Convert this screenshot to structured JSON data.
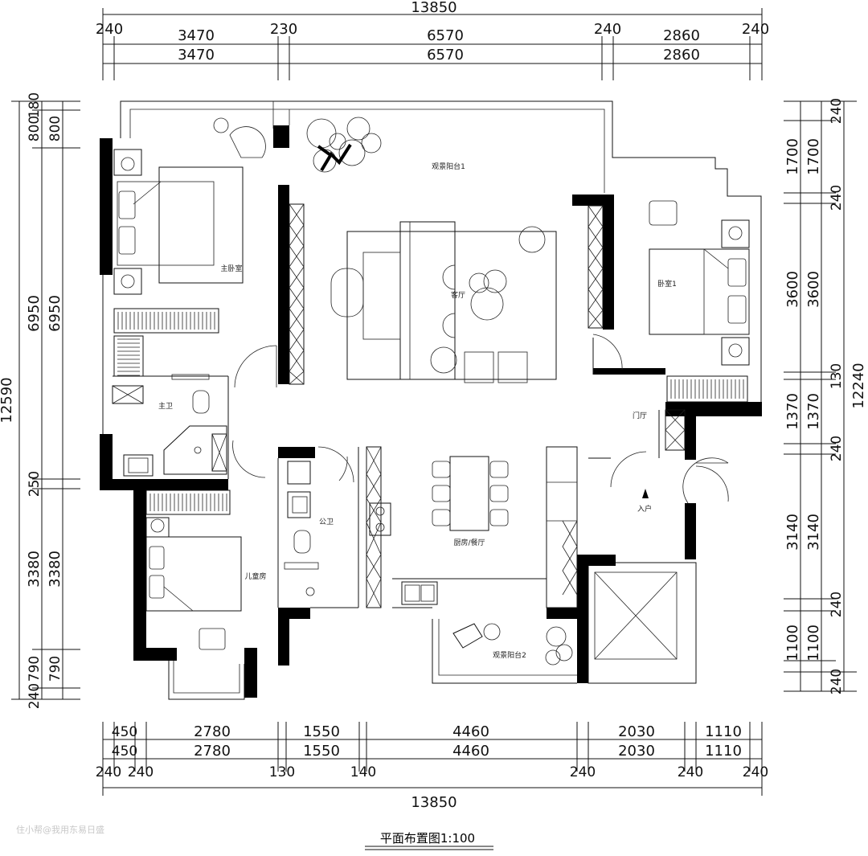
{
  "title": "平面布置图1:100",
  "watermark": "住小帮@我用东易日盛",
  "dimensions": {
    "top_total": "13850",
    "top_outer": [
      "240",
      "230",
      "240",
      "240"
    ],
    "top_spans": [
      "3470",
      "6570",
      "2860"
    ],
    "bottom_total": "13850",
    "bottom_outer": [
      "240",
      "240",
      "130",
      "140",
      "240",
      "240",
      "240"
    ],
    "bottom_spans": [
      "450",
      "2780",
      "1550",
      "4460",
      "2030",
      "1110"
    ],
    "left_total": "12590",
    "left_spans": [
      "180",
      "800",
      "6950",
      "250",
      "3380",
      "790",
      "240"
    ],
    "right_total": "12240",
    "right_spans": [
      "240",
      "1700",
      "240",
      "3600",
      "130",
      "1370",
      "240",
      "3140",
      "240",
      "1100",
      "240"
    ]
  },
  "rooms": {
    "balcony1": "观景阳台1",
    "master_bedroom": "主卧室",
    "living_room": "客厅",
    "bedroom1": "卧室1",
    "master_bath": "主卫",
    "foyer": "门厅",
    "entrance": "入户",
    "public_bath": "公卫",
    "kids_room": "儿童房",
    "kitchen_dining": "厨房/餐厅",
    "balcony2": "观景阳台2"
  }
}
